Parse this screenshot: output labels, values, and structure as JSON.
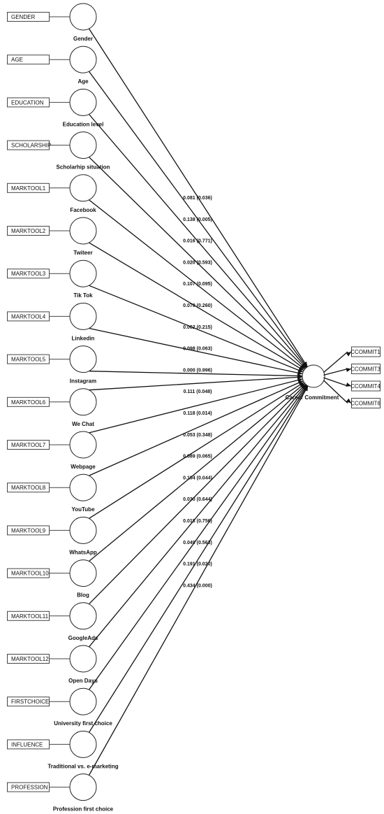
{
  "diagram": {
    "constructs": [
      {
        "indicator": "GENDER",
        "label": "Gender",
        "coefficient": "0.081 (0.036)"
      },
      {
        "indicator": "AGE",
        "label": "Age",
        "coefficient": "0.138 (0.005)"
      },
      {
        "indicator": "EDUCATION",
        "label": "Education level",
        "coefficient": "0.016 (0.771)"
      },
      {
        "indicator": "SCHOLARSHIP",
        "label": "Scholarhip situation",
        "coefficient": "0.020 (0.593)"
      },
      {
        "indicator": "MARKTOOL1",
        "label": "Facebook",
        "coefficient": "0.107 (0.095)"
      },
      {
        "indicator": "MARKTOOL2",
        "label": "Twiteer",
        "coefficient": "0.070 (0.260)"
      },
      {
        "indicator": "MARKTOOL3",
        "label": "Tik Tok",
        "coefficient": "0.062 (0.215)"
      },
      {
        "indicator": "MARKTOOL4",
        "label": "Linkedin",
        "coefficient": "0.098 (0.063)"
      },
      {
        "indicator": "MARKTOOL5",
        "label": "Instagram",
        "coefficient": "0.000 (0.996)"
      },
      {
        "indicator": "MARKTOOL6",
        "label": "We Chat",
        "coefficient": "0.111 (0.048)"
      },
      {
        "indicator": "MARKTOOL7",
        "label": "Webpage",
        "coefficient": "0.118 (0.014)"
      },
      {
        "indicator": "MARKTOOL8",
        "label": "YouTube",
        "coefficient": "0.053 (0.348)"
      },
      {
        "indicator": "MARKTOOL9",
        "label": "WhatsApp",
        "coefficient": "0.089 (0.065)"
      },
      {
        "indicator": "MARKTOOL10",
        "label": "Blog",
        "coefficient": "0.104 (0.044)"
      },
      {
        "indicator": "MARKTOOL11",
        "label": "GoogleAds",
        "coefficient": "0.030 (0.644)"
      },
      {
        "indicator": "MARKTOOL12",
        "label": "Open Days",
        "coefficient": "0.018 (0.756)"
      },
      {
        "indicator": "FIRSTCHOICE",
        "label": "University first choice",
        "coefficient": "0.049 (0.563)"
      },
      {
        "indicator": "INFLUENCE",
        "label": "Traditional vs. e-marketing",
        "coefficient": "0.191 (0.020)"
      },
      {
        "indicator": "PROFESSION",
        "label": "Profession first choice",
        "coefficient": "0.434 (0.000)"
      }
    ],
    "target": {
      "label": "Career Commitment",
      "indicators": [
        "CCOMMIT1",
        "CCOMMIT3",
        "CCOMMIT4",
        "CCOMMIT6"
      ]
    }
  }
}
